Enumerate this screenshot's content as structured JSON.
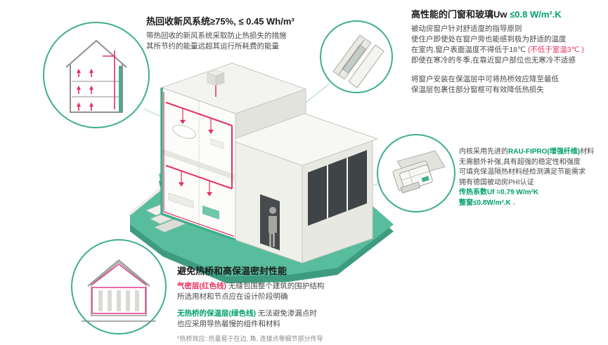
{
  "colors": {
    "teal_accent": "#3FAE8F",
    "platform_green": "#58BD9D",
    "green_text": "#00A06A",
    "red_text": "#E5335F",
    "magenta_line": "#E03A8C"
  },
  "heat_recovery": {
    "title": "热回收新风系统≥75%, ≤ 0.45 Wh/m³",
    "body": [
      "带热回收的新风系统采取防止热损失的措施",
      "其所节约的能量远超其运行所耗费的能量"
    ]
  },
  "windows": {
    "title_black": "高性能的门窗和玻璃Uw ",
    "title_green": "≤0.8 W/m².K",
    "para1": [
      "被动房窗户针对舒适度的指导原则",
      "使住户即使处在窗户旁也能感到极为舒适的温度"
    ],
    "line3_black": "在室内,窗户表面温度不得低于18℃ ",
    "line3_red": "(不低于室温3℃ )",
    "line4": "即使在寒冷的冬季,在靠近窗户部位也无寒冷不适感",
    "para2": [
      "将窗户安装在保温层中可将热桥效应降至最低",
      "保温层包裹住部分窗框可有效降低热损失"
    ]
  },
  "profile": {
    "line1_pre": "内核采用先进的",
    "line1_green": "RAU-FIPRO(增强纤维)",
    "line1_post": "材料",
    "body": [
      "无需额外补强,具有超强的稳定性和强度",
      "可填充保温隔热材料经检测满足节能需求",
      "拥有德国被动房PHI认证"
    ],
    "green_stats": [
      "传热系数Uf =0.79 W/m²K",
      "整窗≤0.8W/m².K ."
    ]
  },
  "thermal": {
    "title": "避免热桥和高保温密封性能",
    "red_label": "气密层(红色线)",
    "line1_rest": " 无缝包围整个建筑的围护结构",
    "line2": "所选用材和节点应在设计阶段明确",
    "green_label": "无热桥的保温层(绿色线)",
    "line3_rest": " 无法避免渗漏点时",
    "line4": "也应采用导热最慢的组件和材料",
    "footnote": "*热桥效应: 热量易于在边, 角, 连接点等细节部分传导"
  },
  "icons": {
    "ventilation_house": "house-cross-section-with-airflow-arrows",
    "window_corner": "window-corner-detail",
    "window_profile": "window-frame-profile",
    "thermal_house": "house-elevation-with-insulation-lines",
    "main": "isometric-passive-house-cutaway"
  }
}
